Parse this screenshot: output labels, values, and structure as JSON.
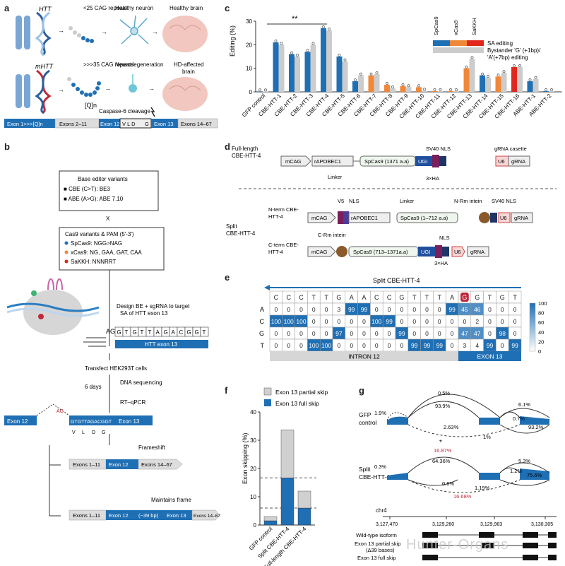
{
  "panel_letters": {
    "a": "a",
    "b": "b",
    "c": "c",
    "d": "d",
    "e": "e",
    "f": "f",
    "g": "g"
  },
  "panel_a": {
    "row1": {
      "gene": "HTT",
      "repeats": "<25 CAG repeats",
      "cell": "Healthy neuron",
      "brain": "Healthy brain"
    },
    "row2": {
      "gene": "mHTT",
      "repeats": ">>>35 CAG repeats",
      "q": "[Q]n",
      "cell": "Neurodegeneration",
      "brain": "HD-affected brain"
    },
    "caspase": "Caspase-6 cleavage",
    "exons": [
      "Exon 1>>>[Q]n",
      "Exons 2–11",
      "Exon 12",
      "V L D",
      "G",
      "Exon 13",
      "Exons 14–67"
    ]
  },
  "panel_b": {
    "variants_title": "Base editor variants",
    "cbe": "CBE (C>T): BE3",
    "abe": "ABE (A>G): ABE 7.10",
    "x": "X",
    "cas_title": "Cas9 variants & PAM (5′-3′)",
    "sp": "SpCas9: NGG>NAG",
    "xc": "xCas9: NG, GAA, GAT, CAA",
    "sa": "SaKKH: NNNRRT",
    "design": "Design BE + sgRNA to target SA of HTT exon 13",
    "seq_ag": "AG",
    "seq": [
      "G",
      "T",
      "G",
      "T",
      "T",
      "A",
      "G",
      "A",
      "C",
      "G",
      "G",
      "T"
    ],
    "htt_exon13": "HTT exon 13",
    "transfect": "Transfect HEK293T cells",
    "days": "6 days",
    "dna": "DNA sequencing",
    "rt": "RT–qPCR",
    "exon12": "Exon 12",
    "ag": "AG",
    "small_seq": "GTGTTAGACGGT",
    "exon13": "Exon 13",
    "aa": [
      "V",
      "L",
      "D",
      "G"
    ],
    "frameshift": "Frameshift",
    "maintains": "Maintains frame",
    "tx1": [
      "Exons 1–11",
      "Exon 12",
      "Exons 14–67"
    ],
    "tx2": [
      "Exons 1–11",
      "Exon 12",
      "(−39 bp)",
      "Exon 13",
      "Exons 14–67"
    ]
  },
  "panel_c": {
    "ylabel": "Editing (%)",
    "sig": "**",
    "legend_cols": [
      "SpCas9",
      "xCas9",
      "SaKKH"
    ],
    "legend_sa": "SA editing",
    "legend_by": "Bystander 'G' (+1bp)/ 'A'(+7bp) editing",
    "colors": {
      "sp": "#1f6fb4",
      "xc": "#f0883a",
      "sa": "#e0261d",
      "grey": "#cccccc"
    }
  },
  "chart_data": [
    {
      "type": "bar",
      "ylabel": "Editing (%)",
      "ylim": [
        0,
        30
      ],
      "yticks": [
        0,
        10,
        20,
        30
      ],
      "categories": [
        "GFP control",
        "CBE-HTT-1",
        "CBE-HTT-2",
        "CBE-HTT-3",
        "CBE-HTT-4",
        "CBE-HTT-5",
        "CBE-HTT-6",
        "CBE-HTT-7",
        "CBE-HTT-8",
        "CBE-HTT-9",
        "CBE-HTT-10",
        "CBE-HTT-11",
        "CBE-HTT-12",
        "CBE-HTT-13",
        "CBE-HTT-14",
        "CBE-HTT-15",
        "CBE-HTT-16",
        "ABE-HTT-1",
        "ABE-HTT-2"
      ],
      "sa_editing": [
        0.2,
        21,
        16,
        17,
        27,
        15,
        4.5,
        7,
        3,
        2.5,
        2,
        0.3,
        0.3,
        10,
        7,
        6.5,
        10.5,
        4.5,
        0.3
      ],
      "bystander": [
        0.2,
        20,
        15,
        20,
        26,
        13,
        7,
        7.5,
        1.5,
        2,
        0.5,
        0.3,
        0.3,
        14,
        6,
        8,
        10.5,
        5.5,
        0.3
      ],
      "variant": [
        "none",
        "sp",
        "sp",
        "sp",
        "sp",
        "sp",
        "sp",
        "xc",
        "xc",
        "xc",
        "xc",
        "xc",
        "xc",
        "xc",
        "sp",
        "xc",
        "sa",
        "sp",
        "sp"
      ]
    },
    {
      "type": "heatmap",
      "title": "Split CBE-HTT-4",
      "columns": [
        "C",
        "C",
        "C",
        "T",
        "T",
        "G",
        "A",
        "A",
        "C",
        "C",
        "G",
        "T",
        "T",
        "T",
        "A",
        "G",
        "G",
        "T",
        "G",
        "T"
      ],
      "rows": [
        "A",
        "C",
        "G",
        "T"
      ],
      "values": [
        [
          0,
          0,
          0,
          0,
          0,
          3,
          99,
          99,
          0,
          0,
          0,
          0,
          0,
          0,
          99,
          45,
          46,
          0,
          0,
          0
        ],
        [
          100,
          100,
          100,
          0,
          0,
          0,
          0,
          0,
          100,
          99,
          0,
          0,
          0,
          0,
          0,
          0,
          2,
          0,
          0,
          0
        ],
        [
          0,
          0,
          0,
          0,
          0,
          97,
          0,
          0,
          0,
          0,
          99,
          0,
          0,
          0,
          0,
          47,
          47,
          0,
          98,
          0
        ],
        [
          0,
          0,
          0,
          100,
          100,
          0,
          0,
          0,
          0,
          0,
          0,
          99,
          99,
          99,
          0,
          3,
          4,
          99,
          0,
          99
        ]
      ],
      "colorbar": [
        0,
        20,
        40,
        60,
        80,
        100
      ],
      "regions": [
        "INTRON 12",
        "EXON 13"
      ]
    },
    {
      "type": "bar",
      "ylabel": "Exon skipping (%)",
      "ylim": [
        0,
        40
      ],
      "yticks": [
        0,
        10,
        20,
        30,
        40
      ],
      "categories": [
        "GFP control",
        "Split CBE-HTT-4",
        "Full-length CBE-HTT-4"
      ],
      "series": [
        {
          "name": "Exon 13 full skip",
          "values": [
            1.5,
            16.7,
            6
          ]
        },
        {
          "name": "Exon 13 partial skip",
          "values": [
            1.5,
            17,
            6
          ]
        }
      ]
    }
  ],
  "panel_d": {
    "fl": "Full-length CBE-HTT-4",
    "mcag": "mCAG",
    "rapobec": "rAPOBEC1",
    "spcas9": "SpCas9 (1371 a.a)",
    "ugi": "UGI",
    "sv40": "SV40 NLS",
    "linker": "Linker",
    "ha": "3×HA",
    "grna_cassette": "gRNA casette",
    "u6": "U6",
    "grna": "gRNA",
    "split": "Split CBE-HTT-4",
    "nterm": "N-term CBE-HTT-4",
    "cterm": "C-term CBE-HTT-4",
    "v5": "V5",
    "nls": "NLS",
    "spcas9n": "SpCas9 (1–712 a.a)",
    "nrm": "N-Rm intein",
    "crm": "C-Rm intein",
    "spcas9c": "SpCas9 (713–1371a.a)"
  },
  "panel_f": {
    "legend_partial": "Exon 13 partial skip",
    "legend_full": "Exon 13 full skip",
    "colors": {
      "partial": "#d0d0d0",
      "full": "#1f6fb4"
    }
  },
  "panel_g": {
    "gfp": "GFP control",
    "split": "Split CBE-HTT-4",
    "gfp_vals": [
      "1.9%",
      "0.5%",
      "93.9%",
      "6.1%",
      "0.7%",
      "93.2%",
      "2.63%",
      "1%"
    ],
    "split_vals": [
      "0.3%",
      "64.36%",
      "5.3%",
      "1.2%",
      "75.6%",
      "0.6%",
      "1.19%",
      "16.68%"
    ],
    "star": "*",
    "red": "16.87%",
    "chr": "chr4",
    "coords": [
      "3,127,470",
      "3,129,260",
      "3,129,963",
      "3,130,305"
    ],
    "isoforms": [
      "Wild-type isoform",
      "Exon 13 partial skip (Δ39 bases)",
      "Exon 13 full skip"
    ]
  },
  "watermark": "Hunter-Organs"
}
